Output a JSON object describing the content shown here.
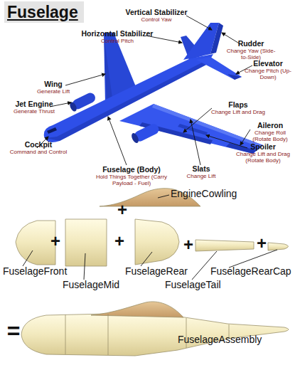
{
  "diagram": {
    "title": "Fuselage",
    "labels": [
      "Vertical Stabilizer",
      "Control Yaw",
      "Horizontal Stabilizer",
      "Control Pitch",
      "Rudder",
      "Change Yaw (Side-to-Side)",
      "Elevator",
      "Change Pitch (Up-Down)",
      "Wing",
      "Generate Lift",
      "Flaps",
      "Change Lift and Drag",
      "Jet Engine",
      "Generate Thrust",
      "Aileron",
      "Change Roll (Rotate Body)",
      "Spoiler",
      "Change Lift and Drag (Rotate Body)",
      "Cockpit",
      "Command and Control",
      "Fuselage (Body)",
      "Hold Things Together (Carry Payload - Fuel)",
      "Slats",
      "Change Lift",
      "EngineCowling",
      "+",
      "+",
      "+",
      "+",
      "+",
      "FuselageFront",
      "FuselageMid",
      "FuselageRear",
      "FuselageTail",
      "FuselageRearCap",
      "=",
      "FuselageAssembly"
    ]
  }
}
